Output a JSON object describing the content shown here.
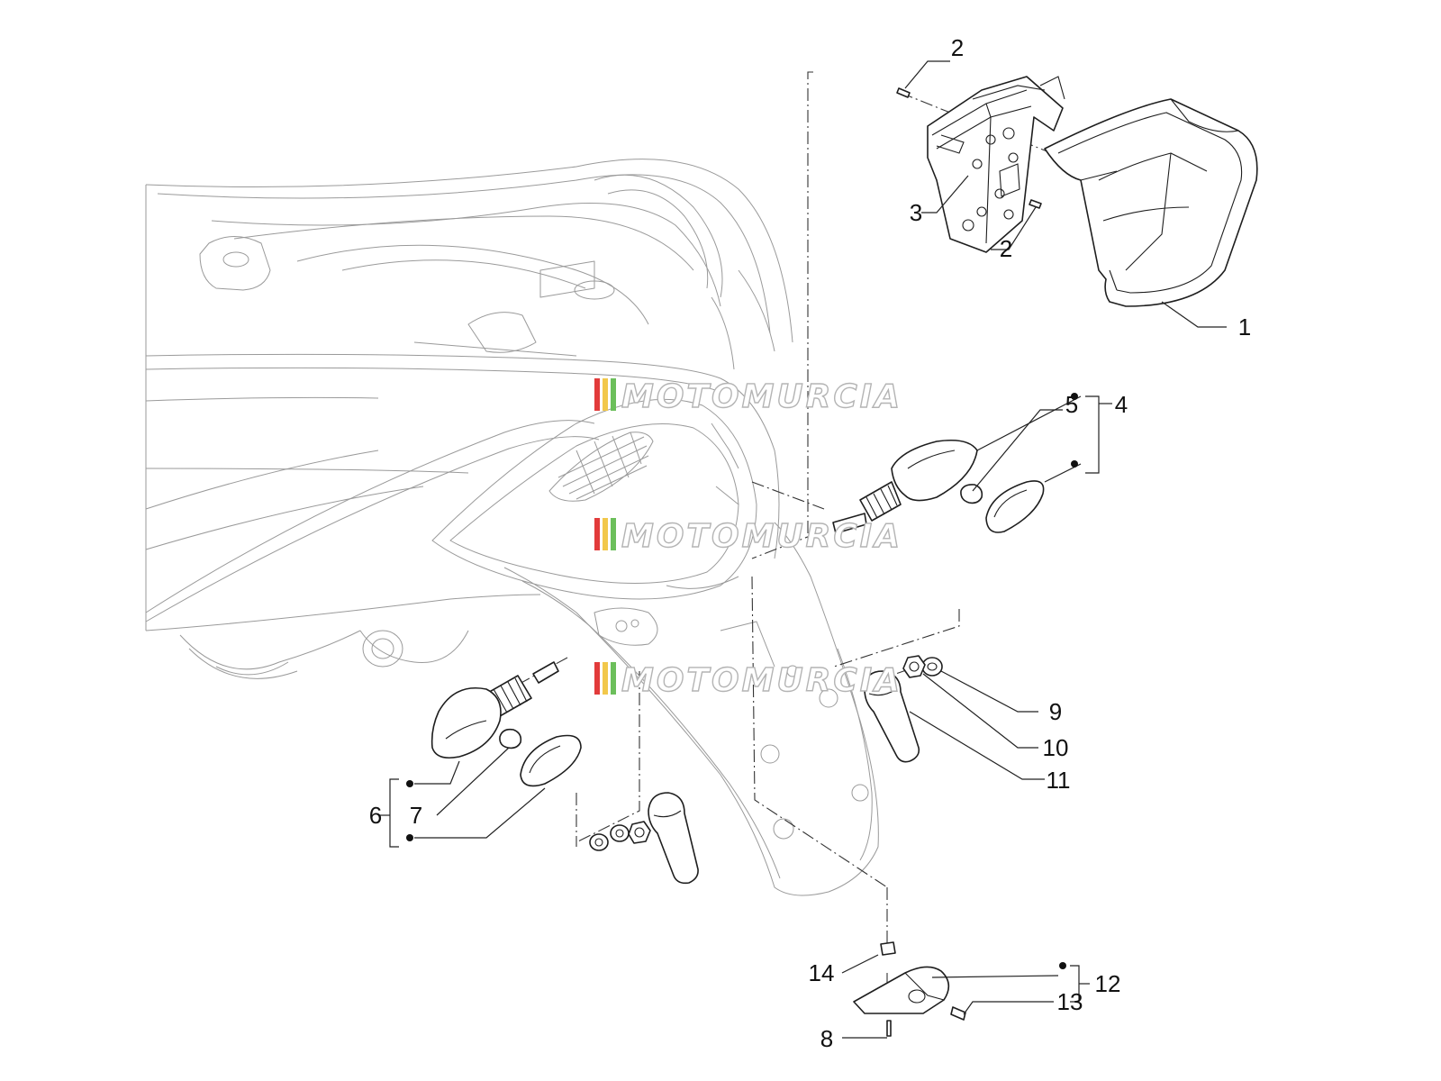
{
  "watermark": {
    "text": "MOTOMURCIA",
    "stripe_colors": [
      "#e23b3b",
      "#f2c84b",
      "#6cbf5b"
    ]
  },
  "callouts": [
    {
      "id": "1",
      "label": "1"
    },
    {
      "id": "2a",
      "label": "2"
    },
    {
      "id": "2b",
      "label": "2"
    },
    {
      "id": "3",
      "label": "3"
    },
    {
      "id": "4",
      "label": "4"
    },
    {
      "id": "5",
      "label": "5"
    },
    {
      "id": "6",
      "label": "6"
    },
    {
      "id": "7",
      "label": "7"
    },
    {
      "id": "8",
      "label": "8"
    },
    {
      "id": "9",
      "label": "9"
    },
    {
      "id": "10",
      "label": "10"
    },
    {
      "id": "11",
      "label": "11"
    },
    {
      "id": "12",
      "label": "12"
    },
    {
      "id": "13",
      "label": "13"
    },
    {
      "id": "14",
      "label": "14"
    }
  ]
}
